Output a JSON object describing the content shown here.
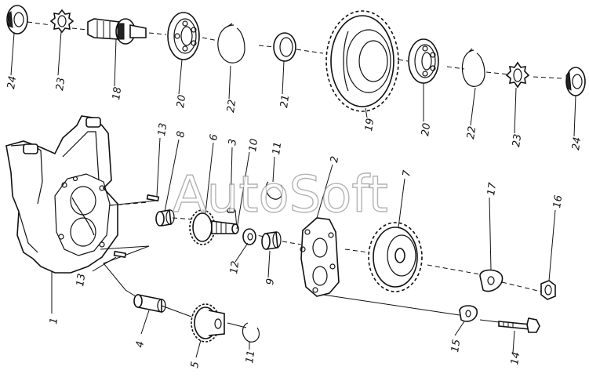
{
  "watermark": "AutoSoft",
  "labels": {
    "l24a": "24",
    "l23a": "23",
    "l18": "18",
    "l20a": "20",
    "l22a": "22",
    "l21": "21",
    "l19": "19",
    "l20b": "20",
    "l22b": "22",
    "l23b": "23",
    "l24b": "24",
    "l13a": "13",
    "l8": "8",
    "l6": "6",
    "l3": "3",
    "l10": "10",
    "l11a": "11",
    "l2": "2",
    "l7": "7",
    "l17": "17",
    "l16": "16",
    "l12": "12",
    "l9": "9",
    "l13b": "13",
    "l1": "1",
    "l4": "4",
    "l5": "5",
    "l11b": "11",
    "l15": "15",
    "l14": "14"
  }
}
